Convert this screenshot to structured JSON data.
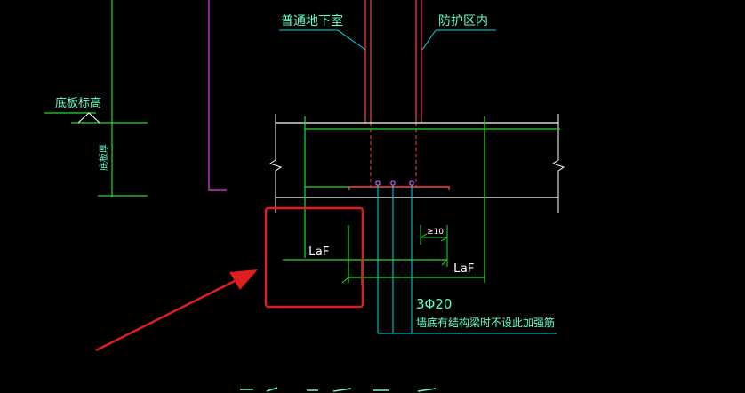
{
  "drawing": {
    "labels": {
      "ordinary_basement": "普通地下室",
      "protection_zone": "防护区内",
      "slab_bottom_elevation": "底板标高",
      "slab_thickness": "底板厚",
      "anchorage_left": "LaF",
      "anchorage_right": "LaF",
      "dimension_min": "≥10",
      "rebar_spec": "3Φ20",
      "rebar_note": "墙底有结构梁时不设此加强筋"
    },
    "colors": {
      "background": "#000000",
      "slab_outline": "#ffffff",
      "rebar": "#22dd22",
      "leader": "#00dddd",
      "wall": "#ff4444",
      "magenta": "#cc33cc",
      "highlight_box": "#e01e1e",
      "pointer_arrow": "#e01e1e",
      "label_text": "#66ffcc"
    }
  }
}
